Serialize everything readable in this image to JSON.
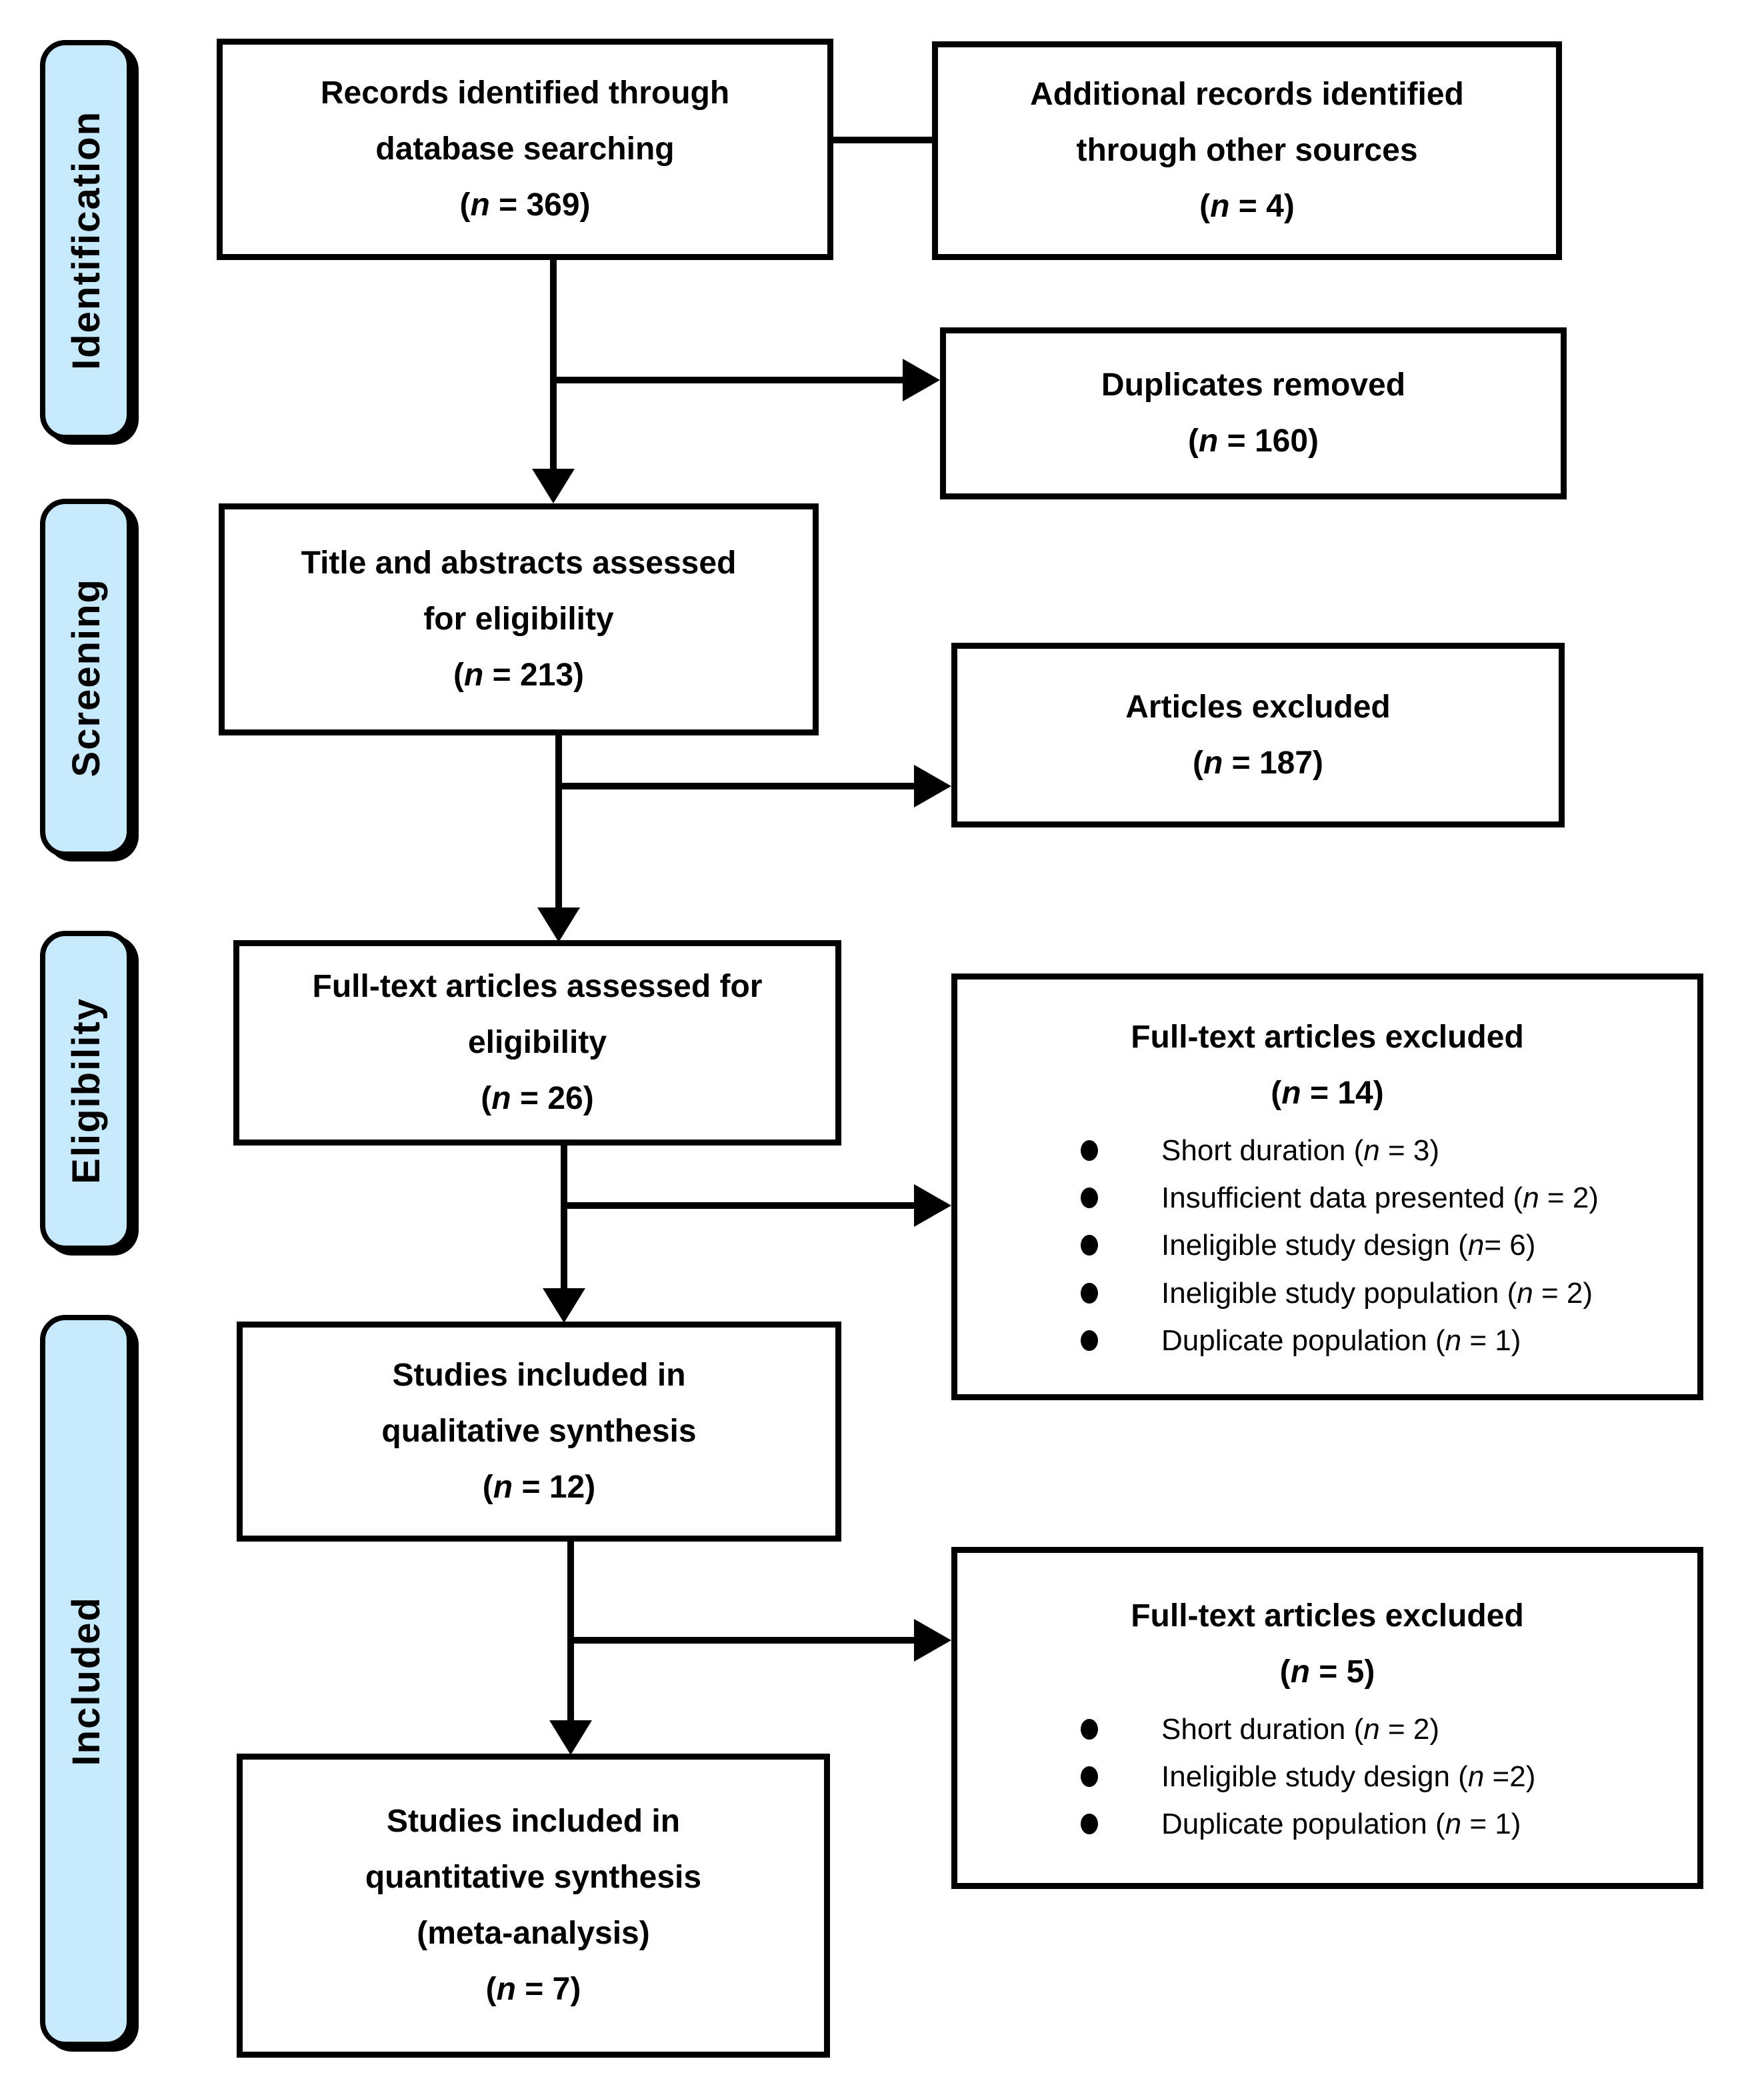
{
  "colors": {
    "stage_fill": "#c6e9fb",
    "line_color": "#000000",
    "box_background": "#ffffff",
    "text_color": "#000000"
  },
  "stage_labels": [
    {
      "label": "Identification"
    },
    {
      "label": "Screening"
    },
    {
      "label": "Eligibility"
    },
    {
      "label": "Included"
    }
  ],
  "boxes": {
    "records_identified": {
      "lines": [
        "Records identified through",
        "database searching",
        "(n = 369)"
      ]
    },
    "additional_records": {
      "lines": [
        "Additional records identified",
        "through other sources",
        "(n = 4)"
      ]
    },
    "duplicates_removed": {
      "lines": [
        "Duplicates removed",
        "(n = 160)"
      ]
    },
    "titles_abstracts": {
      "lines": [
        "Title and abstracts assessed",
        "for eligibility",
        "(n = 213)"
      ]
    },
    "articles_excluded": {
      "lines": [
        "Articles excluded",
        "(n = 187)"
      ]
    },
    "fulltext_assessed": {
      "lines": [
        "Full-text articles assessed for",
        "eligibility",
        "(n = 26)"
      ]
    },
    "fulltext_excluded_14": {
      "lines": [
        "Full-text articles excluded",
        "(n = 14)"
      ],
      "bullets": [
        "Short duration (n = 3)",
        "Insufficient data presented (n = 2)",
        "Ineligible study design (n= 6)",
        "Ineligible study population (n = 2)",
        "Duplicate population (n = 1)"
      ]
    },
    "qualitative_synthesis": {
      "lines": [
        "Studies included in",
        "qualitative synthesis",
        "(n = 12)"
      ]
    },
    "fulltext_excluded_5": {
      "lines": [
        "Full-text articles excluded",
        "(n = 5)"
      ],
      "bullets": [
        "Short duration (n = 2)",
        "Ineligible study design (n =2)",
        "Duplicate population (n = 1)"
      ]
    },
    "quantitative_synthesis": {
      "lines": [
        "Studies included in",
        "quantitative synthesis",
        "(meta-analysis)",
        "(n = 7)"
      ]
    }
  }
}
